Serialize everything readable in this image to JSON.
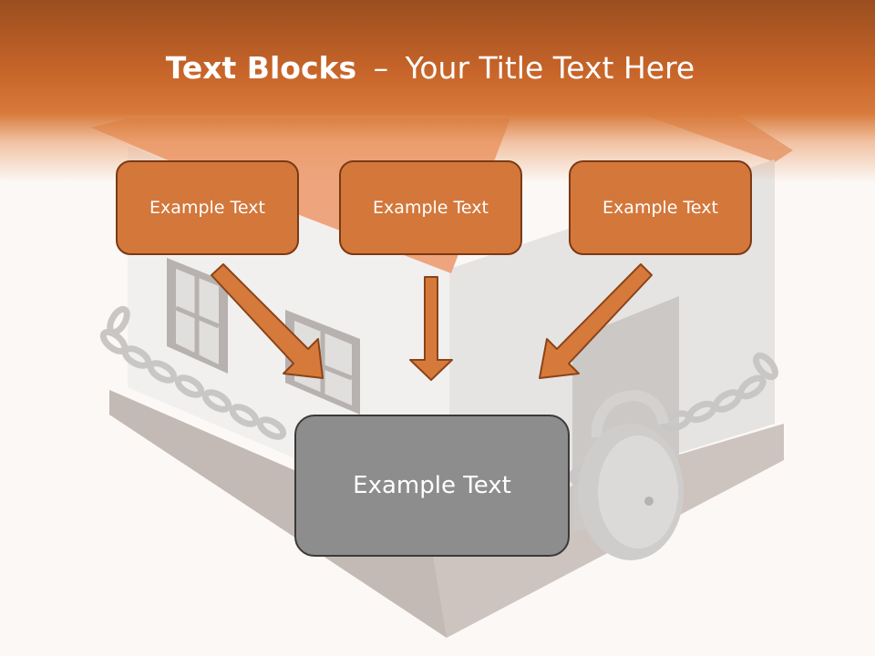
{
  "slide": {
    "title_bold": "Text Blocks",
    "title_separator": "–",
    "title_rest": "Your Title Text Here",
    "top_boxes": [
      {
        "label": "Example Text"
      },
      {
        "label": "Example Text"
      },
      {
        "label": "Example Text"
      }
    ],
    "bottom_box": {
      "label": "Example Text"
    }
  },
  "colors": {
    "header_dark": "#9a4e1f",
    "header_mid": "#d77a3a",
    "box_fill": "#d4773b",
    "box_border": "#7a3a14",
    "bottom_box_fill": "#8d8d8d",
    "bottom_box_border": "#3a3a3a",
    "arrow_fill": "#d67a3c",
    "arrow_stroke": "#8a4418"
  }
}
